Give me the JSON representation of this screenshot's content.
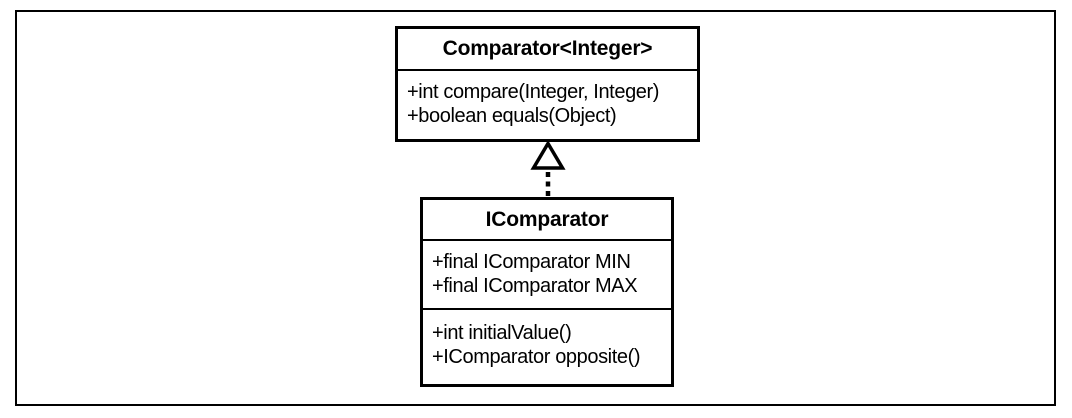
{
  "diagram": {
    "background": "#ffffff",
    "line_color": "#000000",
    "classes": [
      {
        "name": "Comparator<Integer>",
        "attributes": [],
        "methods": [
          "+int compare(Integer, Integer)",
          "+boolean equals(Object)"
        ]
      },
      {
        "name": "IComparator",
        "attributes": [
          "+final IComparator MIN",
          "+final IComparator MAX"
        ],
        "methods": [
          "+int initialValue()",
          "+IComparator opposite()"
        ]
      }
    ],
    "relationships": [
      {
        "type": "realization",
        "style": "dashed line with hollow triangle head",
        "from": "IComparator",
        "to": "Comparator<Integer>"
      }
    ]
  }
}
